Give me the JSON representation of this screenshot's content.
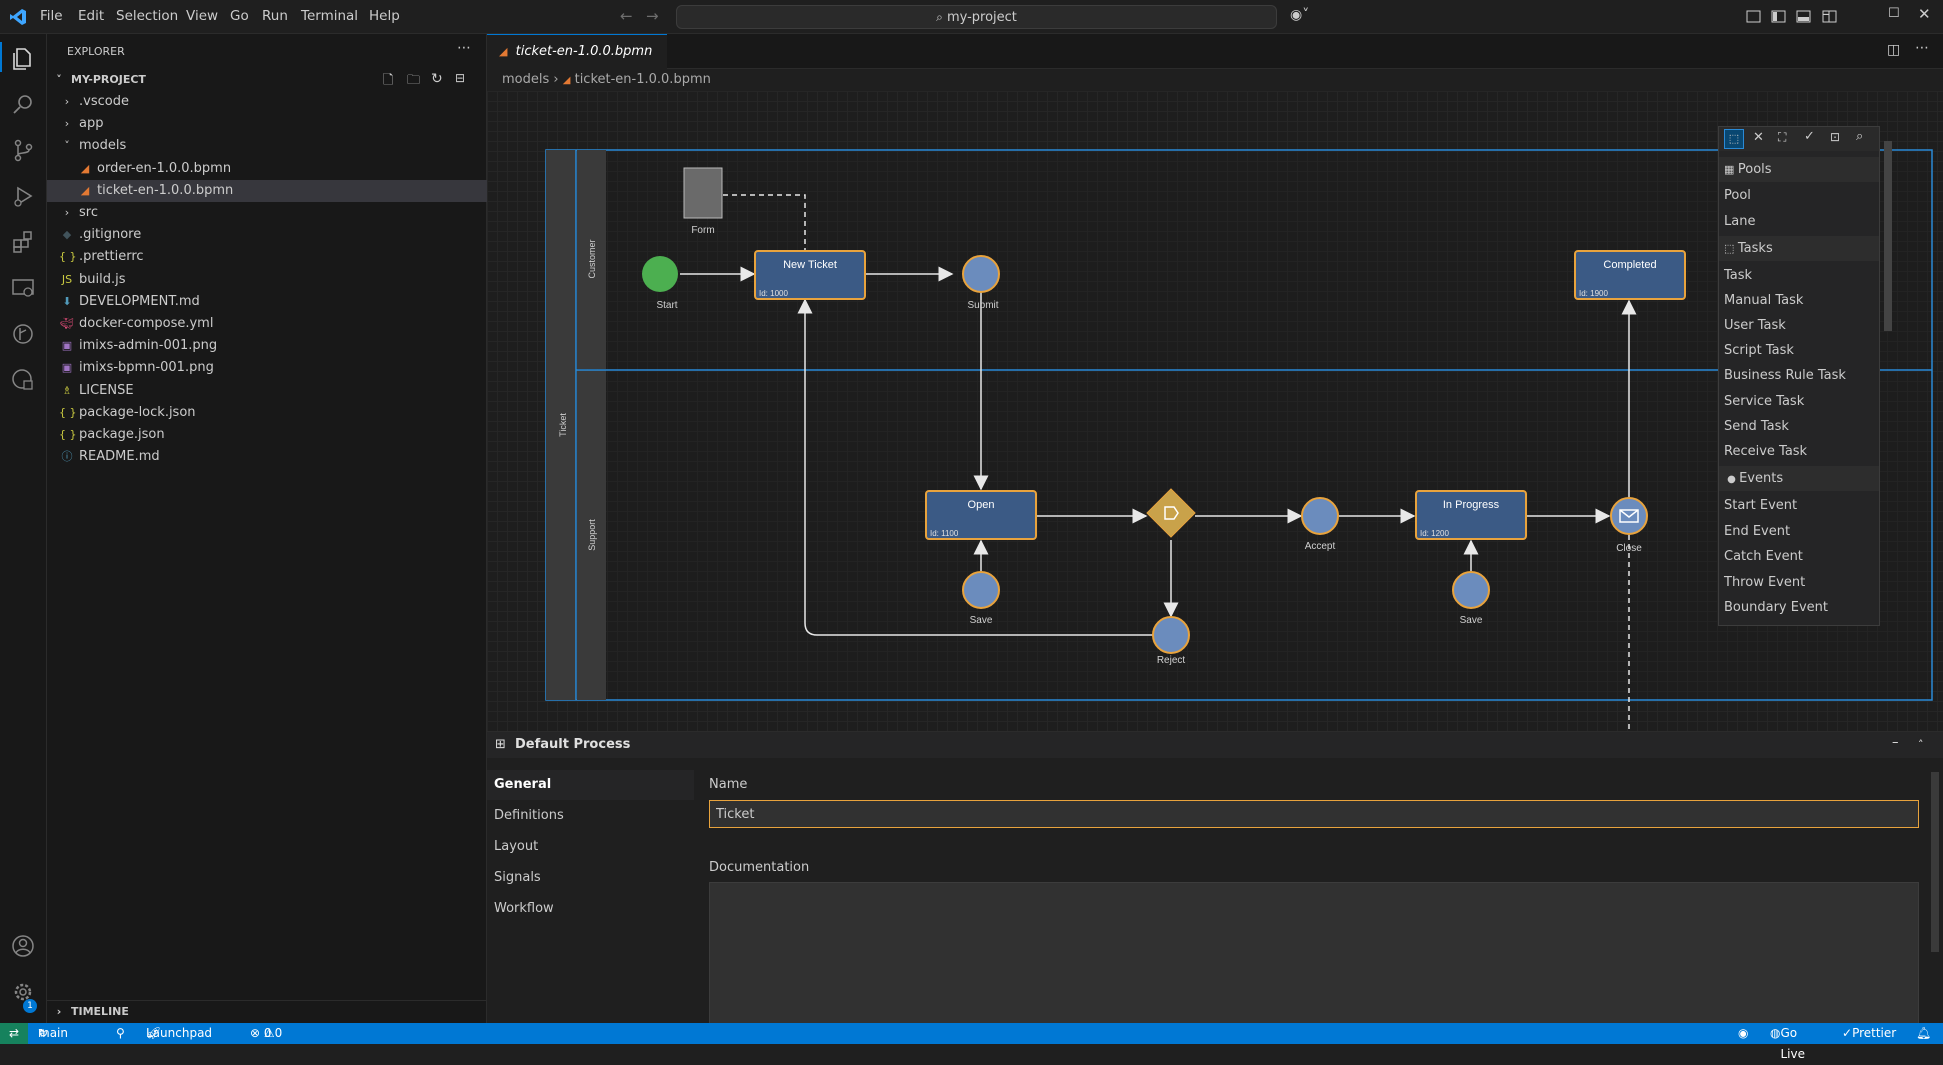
{
  "menu": [
    "File",
    "Edit",
    "Selection",
    "View",
    "Go",
    "Run",
    "Terminal",
    "Help"
  ],
  "search": {
    "text": "my-project"
  },
  "sidebar": {
    "title": "EXPLORER",
    "project": "MY-PROJECT",
    "items": [
      {
        "label": ".vscode",
        "kind": "folder",
        "depth": 0
      },
      {
        "label": "app",
        "kind": "folder",
        "depth": 0
      },
      {
        "label": "models",
        "kind": "folder-open",
        "depth": 0
      },
      {
        "label": "order-en-1.0.0.bpmn",
        "kind": "bpmn",
        "depth": 1
      },
      {
        "label": "ticket-en-1.0.0.bpmn",
        "kind": "bpmn",
        "depth": 1
      },
      {
        "label": "src",
        "kind": "folder",
        "depth": 0
      },
      {
        "label": ".gitignore",
        "kind": "git",
        "depth": 0
      },
      {
        "label": ".prettierrc",
        "kind": "json",
        "depth": 0
      },
      {
        "label": "build.js",
        "kind": "js",
        "depth": 0
      },
      {
        "label": "DEVELOPMENT.md",
        "kind": "md",
        "depth": 0
      },
      {
        "label": "docker-compose.yml",
        "kind": "docker",
        "depth": 0
      },
      {
        "label": "imixs-admin-001.png",
        "kind": "png",
        "depth": 0
      },
      {
        "label": "imixs-bpmn-001.png",
        "kind": "png",
        "depth": 0
      },
      {
        "label": "LICENSE",
        "kind": "license",
        "depth": 0
      },
      {
        "label": "package-lock.json",
        "kind": "json",
        "depth": 0
      },
      {
        "label": "package.json",
        "kind": "json",
        "depth": 0
      },
      {
        "label": "README.md",
        "kind": "info",
        "depth": 0
      }
    ],
    "timeline": "TIMELINE"
  },
  "editor": {
    "tab": "ticket-en-1.0.0.bpmn",
    "breadcrumb": [
      "models",
      "ticket-en-1.0.0.bpmn"
    ]
  },
  "diagram": {
    "pool": "Ticket",
    "lanes": [
      "Customer",
      "Support"
    ],
    "data_object": "Form",
    "events": [
      "Start",
      "Submit",
      "Save",
      "Reject",
      "Accept",
      "Save",
      "Close"
    ],
    "tasks": [
      {
        "name": "New Ticket",
        "id": "Id: 1000"
      },
      {
        "name": "Open",
        "id": "Id: 1100"
      },
      {
        "name": "In Progress",
        "id": "Id: 1200"
      },
      {
        "name": "Completed",
        "id": "Id: 1900"
      }
    ]
  },
  "palette": {
    "groups": [
      {
        "title": "Pools",
        "items": [
          "Pool",
          "Lane"
        ]
      },
      {
        "title": "Tasks",
        "items": [
          "Task",
          "Manual Task",
          "User Task",
          "Script Task",
          "Business Rule Task",
          "Service Task",
          "Send Task",
          "Receive Task"
        ]
      },
      {
        "title": "Events",
        "items": [
          "Start Event",
          "End Event",
          "Catch Event",
          "Throw Event",
          "Boundary Event"
        ]
      }
    ]
  },
  "properties": {
    "title": "Default Process",
    "nav": [
      "General",
      "Definitions",
      "Layout",
      "Signals",
      "Workflow"
    ],
    "name_label": "Name",
    "name_value": "Ticket",
    "doc_label": "Documentation"
  },
  "status": {
    "branch": "main",
    "launchpad": "Launchpad",
    "errors": "0",
    "warnings": "0",
    "golive": "Go Live",
    "prettier": "Prettier",
    "badge": "1"
  },
  "colors": {
    "accent": "#0078d4",
    "task_fill": "#3b5a85",
    "task_border": "#e8a33d",
    "start_event": "#4caf50",
    "gateway": "#c9a24a"
  }
}
